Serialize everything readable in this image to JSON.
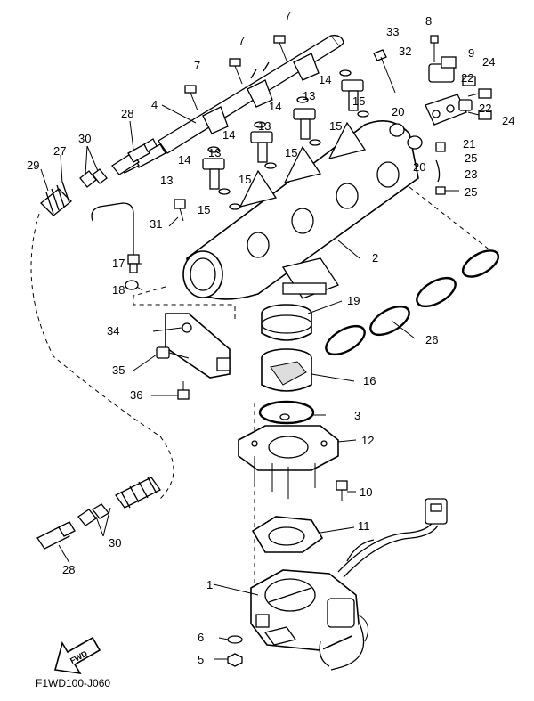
{
  "diagram_code": "F1WD100-J060",
  "fwd_label": "FWD",
  "callouts": {
    "c1": "1",
    "c2": "2",
    "c3": "3",
    "c4": "4",
    "c5": "5",
    "c6": "6",
    "c7a": "7",
    "c7b": "7",
    "c7c": "7",
    "c8": "8",
    "c9": "9",
    "c10": "10",
    "c11": "11",
    "c12": "12",
    "c13a": "13",
    "c13b": "13",
    "c13c": "13",
    "c13d": "13",
    "c14a": "14",
    "c14b": "14",
    "c14c": "14",
    "c14d": "14",
    "c15a": "15",
    "c15b": "15",
    "c15c": "15",
    "c15d": "15",
    "c15e": "15",
    "c16": "16",
    "c17": "17",
    "c18": "18",
    "c19": "19",
    "c20a": "20",
    "c20b": "20",
    "c21": "21",
    "c22a": "22",
    "c22b": "22",
    "c23": "23",
    "c24a": "24",
    "c24b": "24",
    "c25a": "25",
    "c25b": "25",
    "c26": "26",
    "c27": "27",
    "c28a": "28",
    "c28b": "28",
    "c29": "29",
    "c30a": "30",
    "c30b": "30",
    "c31": "31",
    "c32": "32",
    "c33": "33",
    "c34": "34",
    "c35": "35",
    "c36": "36"
  }
}
